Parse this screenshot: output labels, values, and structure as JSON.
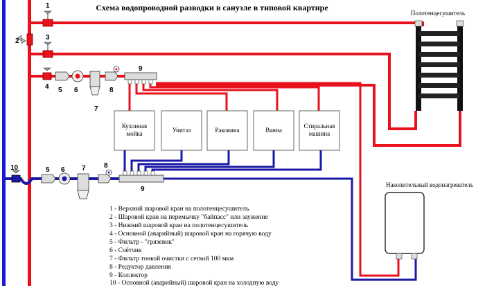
{
  "title": "Схема водопроводной разводки в санузле в типовой квартире",
  "colors": {
    "hot": "#e8111c",
    "cold": "#1a1aa6",
    "riser_cold": "#1b1bd6",
    "fixture_border": "#666666"
  },
  "labels": {
    "towel_rail": "Полотенцесушитель",
    "water_heater": "Накопительный водонагреватель"
  },
  "callouts": {
    "n1": "1",
    "n2": "2",
    "n3": "3",
    "n4": "4",
    "n5": "5",
    "n6": "6",
    "n7": "7",
    "n8": "8",
    "n9": "9",
    "c10": "10",
    "c5": "5",
    "c6": "6",
    "c7": "7",
    "c8": "8",
    "c9": "9"
  },
  "fixtures": [
    {
      "line1": "Кухонная",
      "line2": "мойка"
    },
    {
      "line1": "Унитаз",
      "line2": ""
    },
    {
      "line1": "Раковина",
      "line2": ""
    },
    {
      "line1": "Ванна",
      "line2": ""
    },
    {
      "line1": "Стиральная",
      "line2": "машина"
    }
  ],
  "legend": [
    "1 - Верхний шаровой кран на полотенцесушитель",
    "2 - Шаровой кран на перемычку \"байпасс\" или заужение",
    "3 - Нижний шаровой кран на полотенцесушитель",
    "4 - Основной (аварийный) шаровой кран на горячую воду",
    "5 - Фильтр - \"грязевик\"",
    "6 - Счётчик",
    "7 - Фильтр тонкой очистки с сеткой 100 мкм",
    "8 - Редуктор давления",
    "9 - Коллектор",
    "10 - Основной (аварийный) шаровой кран на холодную воду"
  ]
}
